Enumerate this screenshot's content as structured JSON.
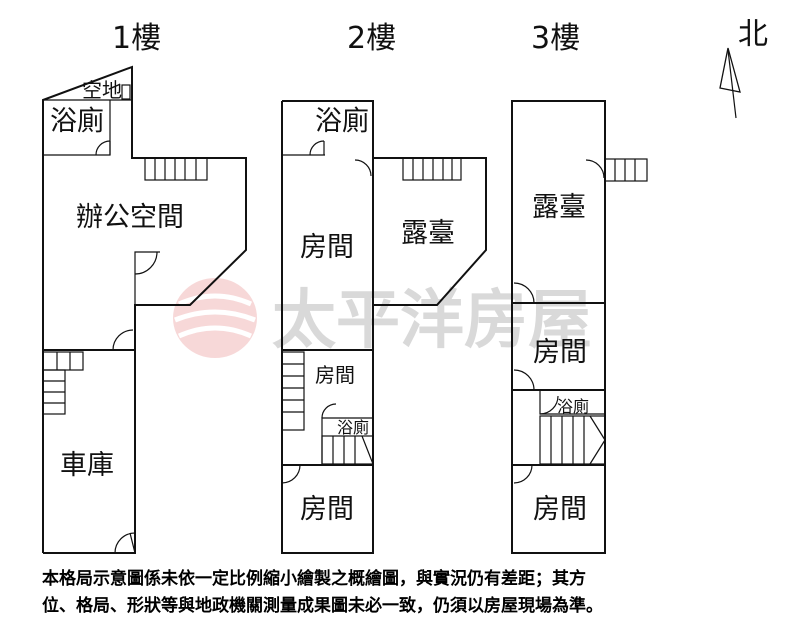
{
  "floors": {
    "f1": {
      "title": "1樓",
      "rooms": {
        "open_ground": "空地",
        "bath": "浴廁",
        "office": "辦公空間",
        "garage": "車庫"
      }
    },
    "f2": {
      "title": "2樓",
      "rooms": {
        "bath": "浴廁",
        "room_a": "房間",
        "terrace": "露臺",
        "room_b": "房間",
        "bath_small": "浴廁",
        "room_c": "房間"
      }
    },
    "f3": {
      "title": "3樓",
      "rooms": {
        "terrace": "露臺",
        "room_a": "房間",
        "bath": "浴廁",
        "room_b": "房間"
      }
    }
  },
  "compass": {
    "label": "北"
  },
  "watermark": {
    "text": "太平洋房屋"
  },
  "disclaimer": {
    "line1": "本格局示意圖係未依一定比例縮小繪製之概繪圖，與實況仍有差距；其方",
    "line2": "位、格局、形狀等與地政機關測量成果圖未必一致，仍須以房屋現場為準。"
  }
}
